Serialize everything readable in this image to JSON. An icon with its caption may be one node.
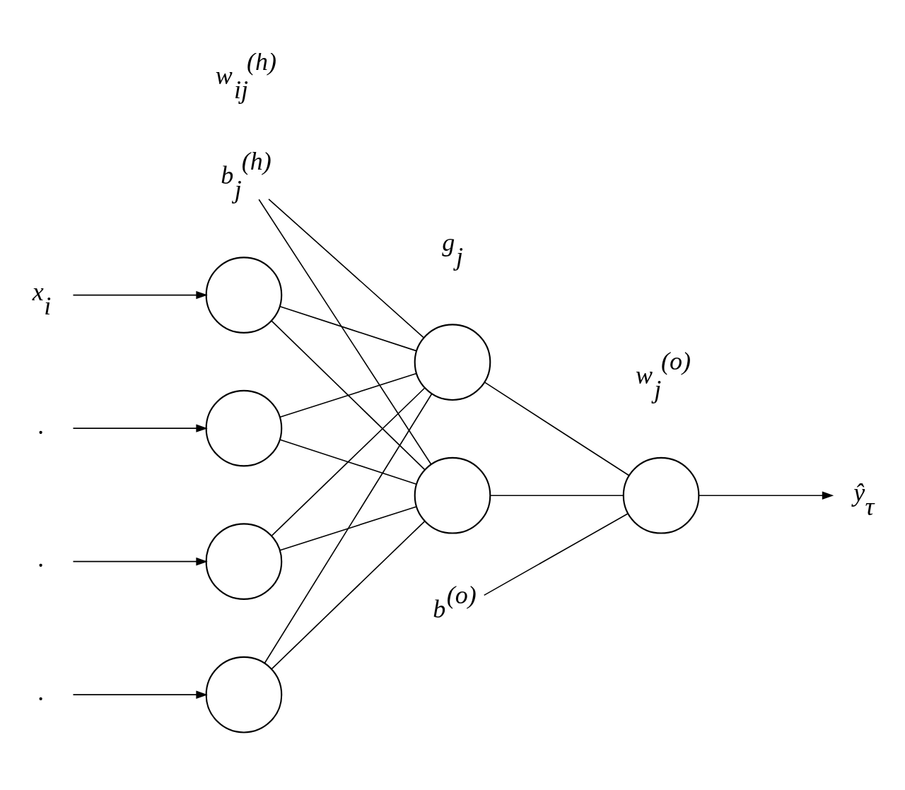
{
  "diagram": {
    "nodes": [
      {
        "text": [
          "x$_{i}$"
        ]
      },
      {
        "text": [
          "."
        ]
      },
      {
        "text": [
          "."
        ]
      },
      {
        "text": [
          "."
        ]
      },
      {
        "text": [],
        "shape": "circle"
      },
      {
        "text": [],
        "shape": "circle"
      },
      {
        "text": [],
        "shape": "circle"
      },
      {
        "text": [],
        "shape": "circle"
      },
      {
        "text": [],
        "shape": "circle"
      },
      {
        "text": [],
        "shape": "circle"
      },
      {
        "text": [],
        "shape": "circle"
      },
      {
        "text": [
          "ŷ$_{τ}$"
        ]
      },
      {
        "text": [
          "b$_{j}$$^{(h)}$"
        ]
      },
      {
        "text": [
          "b$^{(o)}$"
        ]
      }
    ],
    "edges": [
      {
        "from": 0,
        "to": 4,
        "arrow": "to"
      },
      {
        "from": 1,
        "to": 5,
        "arrow": "to"
      },
      {
        "from": 2,
        "to": 6,
        "arrow": "to"
      },
      {
        "from": 3,
        "to": 7,
        "arrow": "to"
      },
      {
        "from": 4,
        "to": 8,
        "arrow": "none"
      },
      {
        "from": 4,
        "to": 9,
        "arrow": "none"
      },
      {
        "from": 5,
        "to": 8,
        "arrow": "none"
      },
      {
        "from": 5,
        "to": 9,
        "arrow": "none"
      },
      {
        "from": 6,
        "to": 8,
        "arrow": "none"
      },
      {
        "from": 6,
        "to": 9,
        "arrow": "none"
      },
      {
        "from": 7,
        "to": 8,
        "arrow": "none"
      },
      {
        "from": 7,
        "to": 9,
        "arrow": "none"
      },
      {
        "from": 12,
        "to": 8,
        "arrow": "none"
      },
      {
        "from": 12,
        "to": 9,
        "arrow": "none"
      },
      {
        "from": 8,
        "to": 10,
        "arrow": "none"
      },
      {
        "from": 9,
        "to": 10,
        "arrow": "none"
      },
      {
        "from": 13,
        "to": 10,
        "arrow": "none"
      },
      {
        "from": 10,
        "to": 11,
        "arrow": "to"
      }
    ],
    "labels": [
      "w$_{ij}$$^{(h)}$",
      "g$_{j}$",
      "w$_{j}$$^{(o)}$"
    ]
  }
}
